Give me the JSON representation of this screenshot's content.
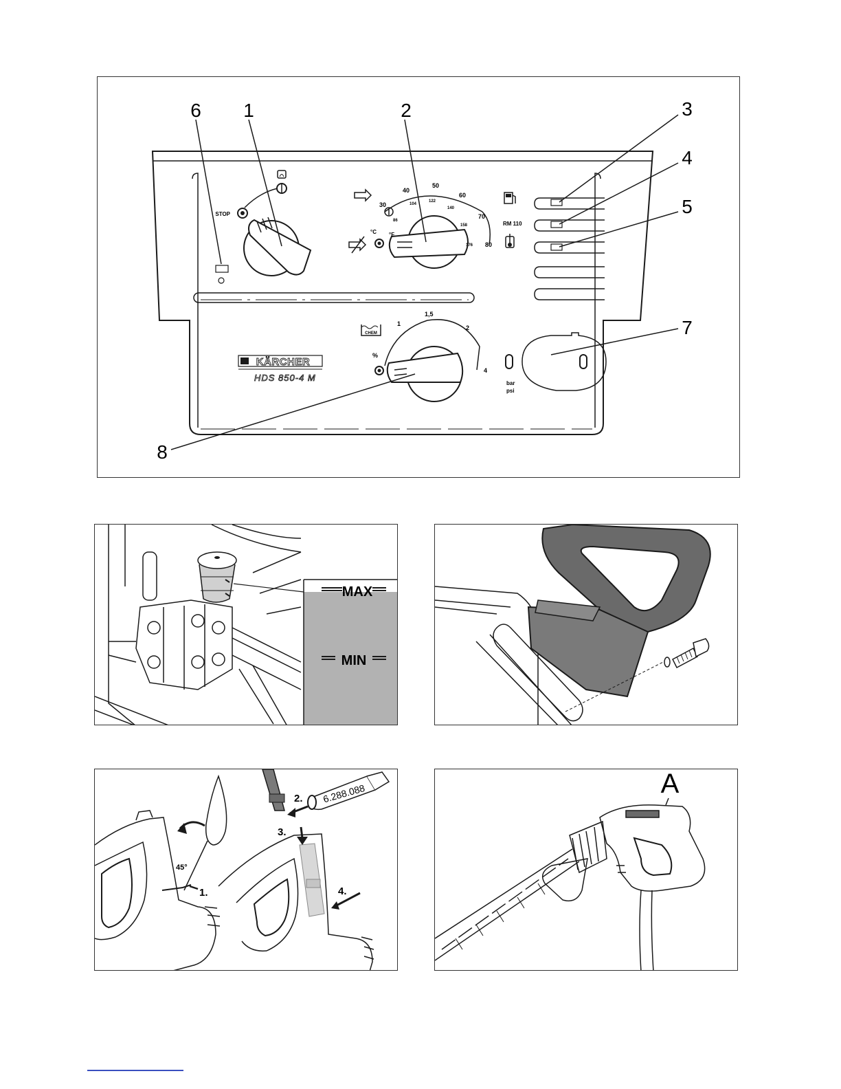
{
  "panel": {
    "callouts": [
      "6",
      "1",
      "2",
      "3",
      "4",
      "5",
      "7",
      "8"
    ],
    "stop_label": "STOP",
    "temp": {
      "celsius_ticks": [
        "30",
        "40",
        "50",
        "60",
        "70",
        "80"
      ],
      "fahrenheit_ticks": [
        "86",
        "104",
        "122",
        "140",
        "158",
        "176"
      ],
      "unit_c": "°C",
      "unit_f": "°F"
    },
    "rm_label": "RM 110",
    "chem": {
      "label": "CHEM",
      "percent_label": "%",
      "ticks": [
        "1",
        "1,5",
        "2",
        "4"
      ]
    },
    "brand": "KÄRCHER",
    "model": "HDS 850-4 M",
    "gauge_unit_bar": "bar",
    "gauge_unit_psi": "psi"
  },
  "oil": {
    "max_label": "MAX",
    "min_label": "MIN"
  },
  "nozzle": {
    "steps": [
      "1.",
      "2.",
      "3.",
      "4."
    ],
    "angle_label": "45°",
    "part_number": "6.288.088"
  },
  "gun": {
    "label": "A"
  },
  "icons": [
    "water-arrow-icon",
    "burner-off-icon",
    "fuel-icon",
    "thermometer-icon",
    "detergent-icon",
    "lock-icon"
  ],
  "colors": {
    "line": "#1a1a1a",
    "grip": "#6a6a6a",
    "oil_fill": "#b2b2b2",
    "footer_link": "#3a4fbf"
  }
}
